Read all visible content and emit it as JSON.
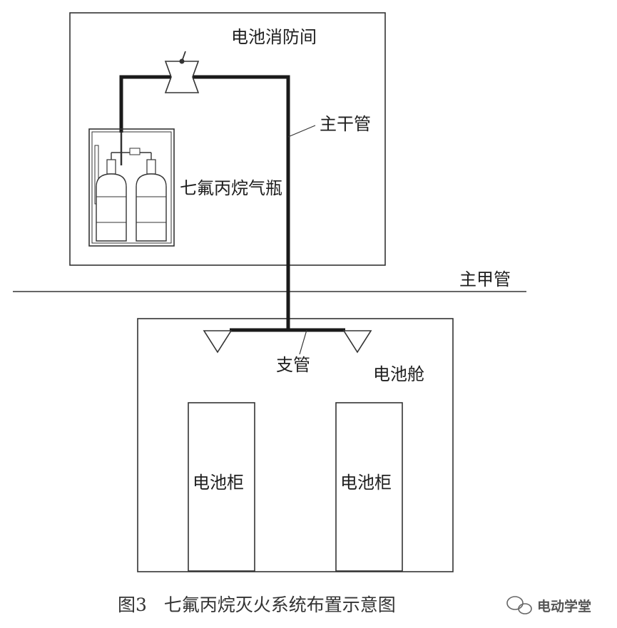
{
  "labels": {
    "fire_room": "电池消防间",
    "main_pipe": "主干管",
    "cylinder": "七氟丙烷气瓶",
    "deck_pipe": "主甲管",
    "branch_pipe": "支管",
    "battery_compartment": "电池舱",
    "cabinet_left": "电池柜",
    "cabinet_right": "电池柜"
  },
  "caption": "图3   七氟丙烷灭火系统布置示意图",
  "watermark": "电动学堂"
}
